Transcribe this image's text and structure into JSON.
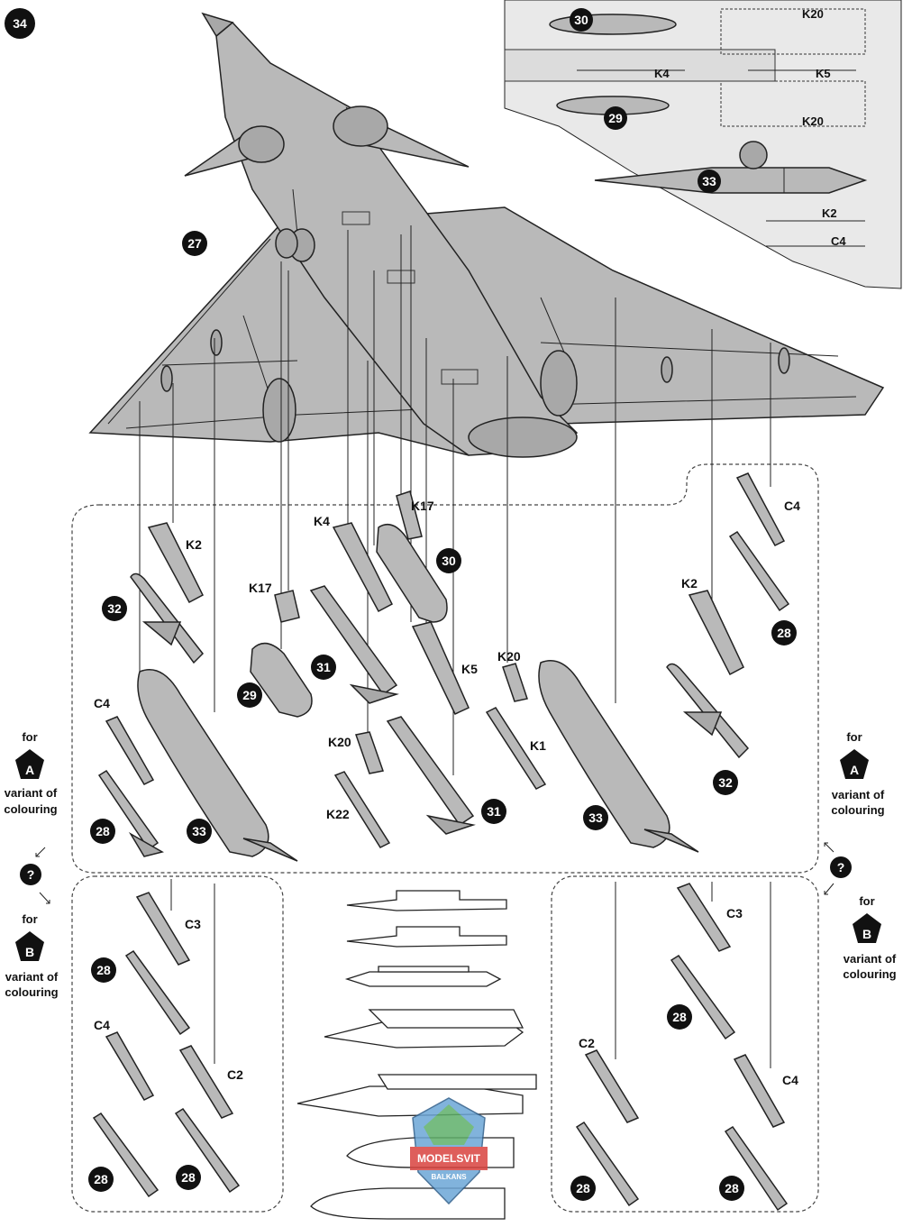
{
  "step": {
    "number": "34"
  },
  "aircraft": {
    "subassembly_number": "27"
  },
  "badges": {
    "b29": "29",
    "b30": "30",
    "b31": "31",
    "b32": "32",
    "b33": "33",
    "b28": "28"
  },
  "part_labels": {
    "K20": "K20",
    "K4": "K4",
    "K5": "K5",
    "K2": "K2",
    "C4": "C4",
    "C3": "C3",
    "C2": "C2",
    "K17": "K17",
    "K1": "K1",
    "K22": "K22"
  },
  "variant_A": {
    "prefix": "for",
    "letter": "A",
    "line1": "variant of",
    "line2": "colouring"
  },
  "variant_B": {
    "prefix": "for",
    "letter": "B",
    "line1": "variant of",
    "line2": "colouring"
  },
  "question": {
    "symbol": "?"
  },
  "watermark": {
    "line1": "MODELSVIT",
    "line2": "BALKANS"
  }
}
